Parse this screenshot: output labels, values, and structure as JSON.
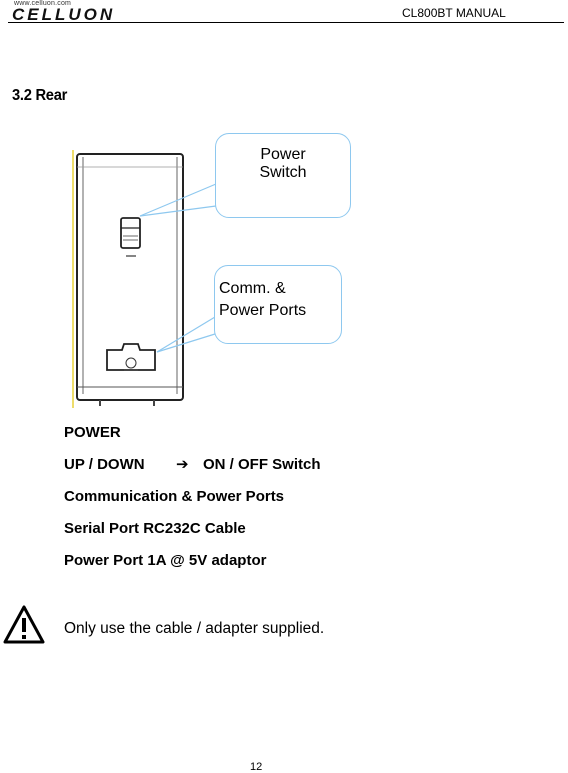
{
  "header": {
    "logo_url": "www.celluon.com",
    "logo_text": "CELLUON",
    "manual_title": "CL800BT MANUAL"
  },
  "section": {
    "heading": "3.2 Rear"
  },
  "callouts": {
    "power_switch": [
      "Power",
      "Switch"
    ],
    "comm_ports": [
      "Comm. &",
      "Power Ports"
    ]
  },
  "descriptions": {
    "power": "POWER",
    "updown": "UP / DOWN",
    "arrow": "➔",
    "onoff": "ON / OFF Switch",
    "comm": "Communication & Power Ports",
    "serial": "Serial Port RC232C Cable",
    "power_port": "Power Port 1A @ 5V adaptor"
  },
  "note": {
    "text": "Only use the cable / adapter supplied.",
    "icon": "warning-icon"
  },
  "footer": {
    "page_number": "12"
  }
}
